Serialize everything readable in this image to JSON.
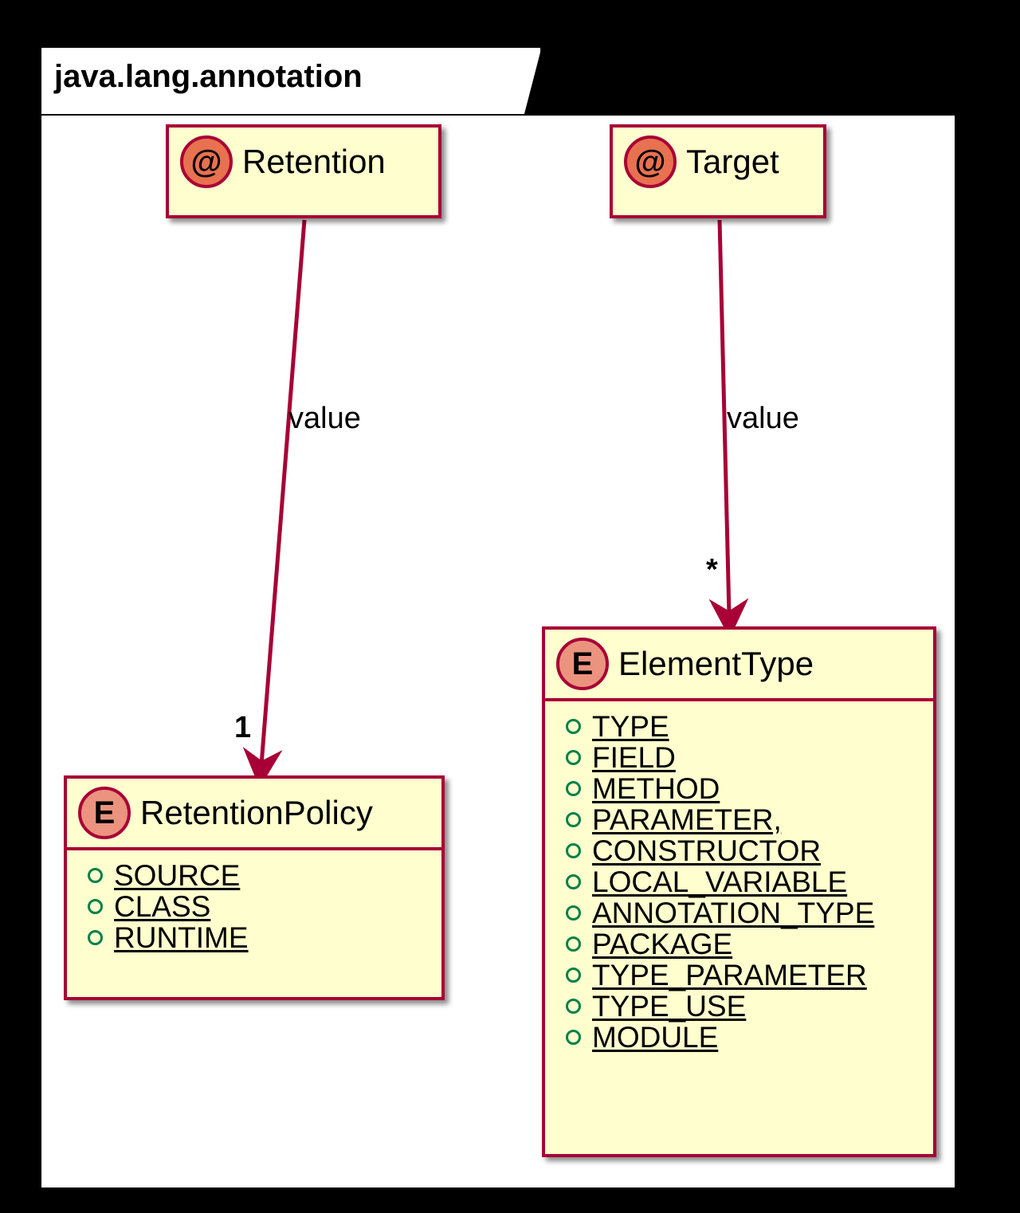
{
  "diagram": {
    "kind": "uml-class-diagram",
    "package": {
      "name": "java.lang.annotation"
    },
    "colors": {
      "background": "#000000",
      "package_fill": "#FFFFFF",
      "package_border": "#000000",
      "box_fill": "#FEFECE",
      "box_border": "#A80036",
      "annotation_badge": "#E8714F",
      "enum_badge": "#EB937F",
      "member_marker": "#038048",
      "connector": "#A80036",
      "text": "#000000"
    },
    "nodes": [
      {
        "id": "retention",
        "stereotype": "annotation",
        "badge": "@",
        "badge_icon": "at-sign-icon",
        "name": "Retention",
        "members": []
      },
      {
        "id": "target",
        "stereotype": "annotation",
        "badge": "@",
        "badge_icon": "at-sign-icon",
        "name": "Target",
        "members": []
      },
      {
        "id": "retention-policy",
        "stereotype": "enum",
        "badge": "E",
        "badge_icon": "enum-letter-icon",
        "name": "RetentionPolicy",
        "members": [
          "SOURCE",
          "CLASS",
          "RUNTIME"
        ]
      },
      {
        "id": "element-type",
        "stereotype": "enum",
        "badge": "E",
        "badge_icon": "enum-letter-icon",
        "name": "ElementType",
        "members": [
          "TYPE",
          "FIELD",
          "METHOD",
          "PARAMETER,",
          "CONSTRUCTOR",
          "LOCAL_VARIABLE",
          "ANNOTATION_TYPE",
          "PACKAGE",
          "TYPE_PARAMETER",
          "TYPE_USE",
          "MODULE"
        ]
      }
    ],
    "edges": [
      {
        "id": "retention-value",
        "from": "retention",
        "to": "retention-policy",
        "label": "value",
        "multiplicity": "1",
        "arrow": "open-solid-arrowhead"
      },
      {
        "id": "target-value",
        "from": "target",
        "to": "element-type",
        "label": "value",
        "multiplicity": "*",
        "arrow": "open-solid-arrowhead"
      }
    ]
  }
}
